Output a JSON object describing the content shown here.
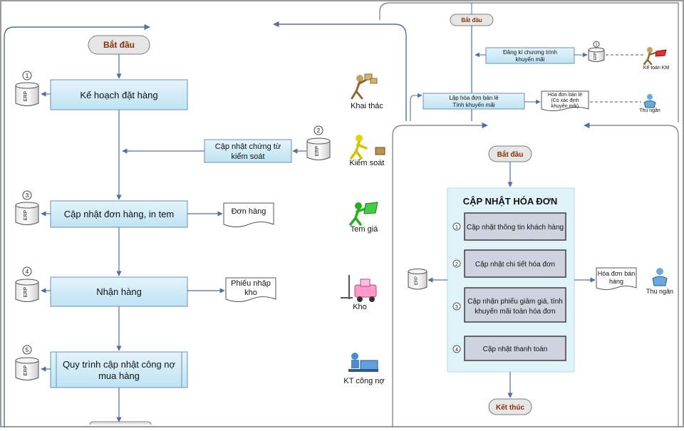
{
  "left_flow": {
    "start": "Bắt đầu",
    "steps": [
      {
        "num": "1",
        "label": "Kế hoạch đặt hàng"
      },
      {
        "num": "3",
        "label": "Cập nhật đơn hàng, in tem",
        "doc": "Đơn hàng"
      },
      {
        "num": "4",
        "label": "Nhận hàng",
        "doc": [
          "Phiếu nhập",
          "kho"
        ]
      },
      {
        "num": "5",
        "label": [
          "Quy trình cập nhật công nợ",
          "mua hàng"
        ]
      }
    ],
    "control_step": {
      "num": "2",
      "label": [
        "Cập nhật chứng từ",
        "kiểm soát"
      ]
    },
    "db_label": "ERP"
  },
  "actors": [
    "Khai thác",
    "Kiểm soát",
    "Tem giá",
    "Kho",
    "KT công nợ"
  ],
  "top_right_flow": {
    "start": "Bắt đầu",
    "step_a": [
      "Đăng kí chương trình",
      "khuyến mãi"
    ],
    "step_a_num": "1",
    "actor_a": "Kế toán KM",
    "step_b": [
      "Lập hóa đơn bán lẻ",
      "Tính khuyến mãi"
    ],
    "doc_b": [
      "Hóa đơn bán lẻ",
      "(Có xác định",
      "khuyến mãi)"
    ],
    "actor_b": "Thu ngân",
    "db_label": "ERP"
  },
  "invoice_flow": {
    "start": "Bắt đầu",
    "title": "CẬP NHẬT HÓA ĐƠN",
    "steps": [
      {
        "num": "1",
        "label": [
          "Cập nhật thông tin khách hàng"
        ]
      },
      {
        "num": "2",
        "label": [
          "Cập nhật chi tiết hóa đơn"
        ]
      },
      {
        "num": "3",
        "label": [
          "Cập nhận phiếu giảm giá, tính",
          "khuyến mãi toàn hóa đơn"
        ]
      },
      {
        "num": "4",
        "label": [
          "Cập nhật thanh toán"
        ]
      }
    ],
    "end": "Kết thúc",
    "doc": [
      "Hóa đơn bán",
      "hàng"
    ],
    "actor": "Thu ngân",
    "db_label": "ERP"
  },
  "colors": {
    "step_fill": "#cfeaf7",
    "line": "#5b7fb5",
    "start_fill": "#e6e6e6",
    "start_text": "#8b2d05",
    "panel_fill": "#dff3f9",
    "panel_step_fill": "#cfd3df"
  }
}
